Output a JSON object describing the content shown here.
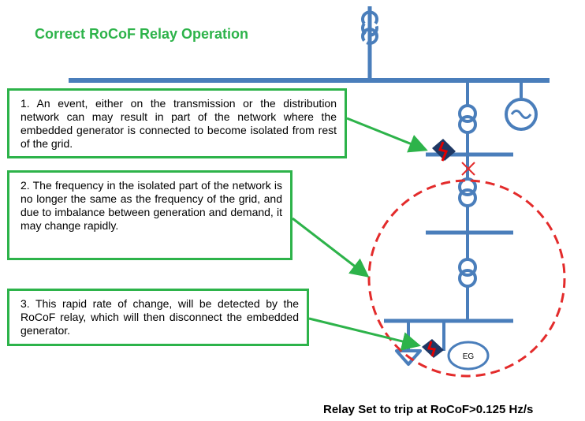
{
  "title": "Correct RoCoF Relay Operation",
  "steps": [
    "1. An event, either on the transmission or the distribution network can may result in part of the network where the embedded generator is connected to become isolated from rest of the grid.",
    "2. The frequency in the isolated part of the network is no longer the same as the frequency of the grid, and due to imbalance between generation and demand, it may change rapidly.",
    "3. This rapid rate of change, will be detected by the RoCoF relay, which will then disconnect the embedded generator."
  ],
  "generator_label": "EG",
  "footer": "Relay Set to trip at RoCoF>0.125 Hz/s",
  "colors": {
    "bus": "#4a7ebb",
    "accent": "#2db34a",
    "island": "#e32b2b",
    "relay": "#e00000"
  },
  "icons": [
    "transformer-icon",
    "ac-generator-icon",
    "relay-icon",
    "load-arrow-icon",
    "circuit-break-icon"
  ]
}
